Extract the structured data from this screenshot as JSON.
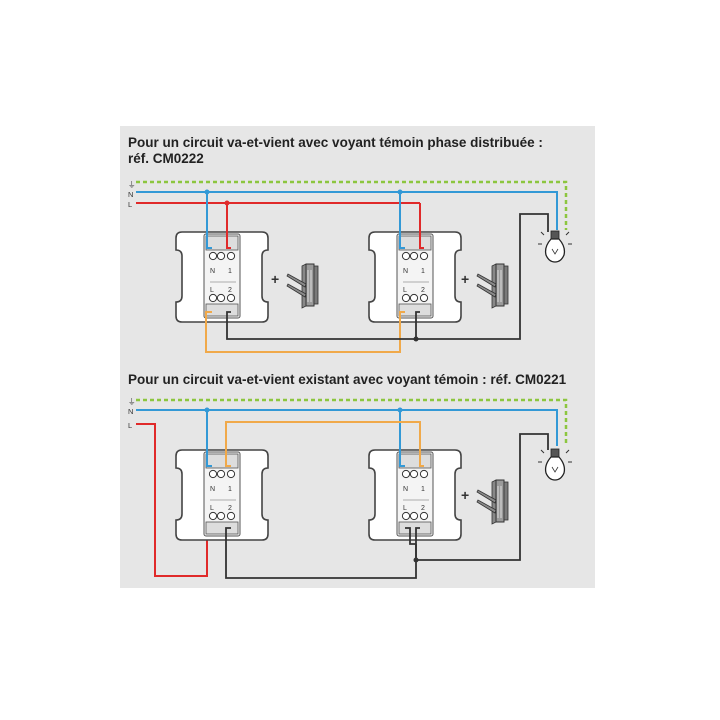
{
  "colors": {
    "panel": "#e6e6e6",
    "earth": "#8cc63f",
    "neutral": "#3399d6",
    "live": "#e02a2a",
    "return": "#f0a94a",
    "lamp_wire": "#333333"
  },
  "wire_labels": {
    "earth_symbol": "⏚",
    "neutral": "N",
    "live": "L"
  },
  "terminal_labels": {
    "n": "N",
    "one": "1",
    "l": "L",
    "two": "2"
  },
  "plus_sign": "+",
  "sections": [
    {
      "title_line1": "Pour un circuit va-et-vient avec voyant témoin phase distribuée :",
      "title_line2": "réf. CM0222"
    },
    {
      "title_line1": "Pour un circuit va-et-vient existant avec voyant témoin : réf. CM0221",
      "title_line2": ""
    }
  ]
}
